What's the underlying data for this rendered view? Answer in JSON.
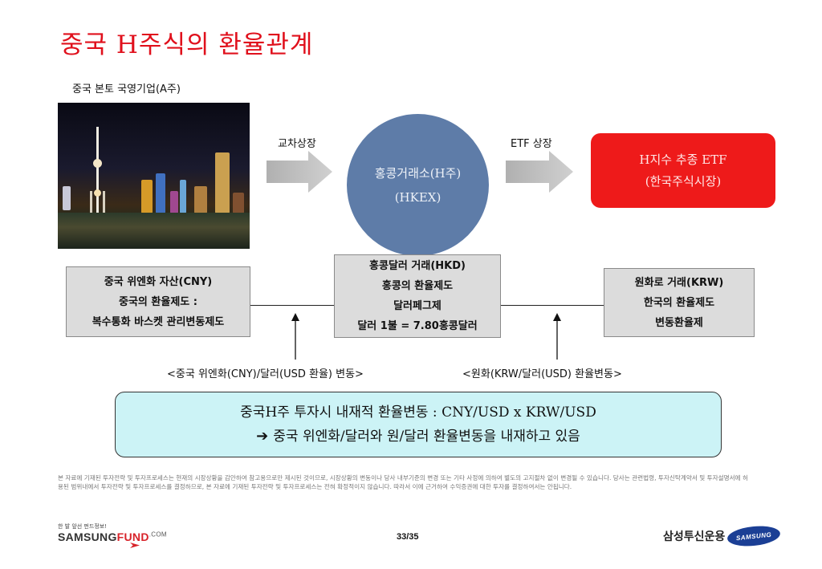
{
  "title": "중국 H주식의 환율관계",
  "image_caption": "중국 본토 국영기업(A주)",
  "arrows": {
    "cross_listing_label": "교차상장",
    "etf_listing_label": "ETF 상장"
  },
  "hk_exchange": {
    "line1": "홍콩거래소(H주)",
    "line2": "(HKEX)"
  },
  "etf_box": {
    "line1": "H지수 추종 ETF",
    "line2": "(한국주식시장)"
  },
  "cny_box": {
    "line1": "중국 위엔화 자산(CNY)",
    "line2": "중국의 환율제도 :",
    "line3": "복수통화 바스켓 관리변동제도"
  },
  "hkd_box": {
    "line1": "홍콩달러 거래(HKD)",
    "line2": "홍콩의 환율제도",
    "line3": "달러페그제",
    "line4": "달러 1불 = 7.80홍콩달러"
  },
  "krw_box": {
    "line1": "원화로 거래(KRW)",
    "line2": "한국의 환율제도",
    "line3": "변동환율제"
  },
  "labels": {
    "cny_change": "<중국 위엔화(CNY)/달러(USD 환율) 변동>",
    "krw_change": "<원화(KRW/달러(USD) 환율변동>"
  },
  "summary": {
    "line1": "중국H주 투자시 내재적 환율변동 : CNY/USD x KRW/USD",
    "arrow": "➔",
    "line2": "중국 위엔화/달러와 원/달러 환율변동을 내재하고 있음"
  },
  "disclaimer": "본 자료에 기재된 투자전략 및 투자프로세스는 현재의 시장상황을 감안하여 참고용으로만 제시된 것이므로, 시장상황의 변동이나 당사 내부기준의 변경 또는 기타 사정에 의하여 별도의 고지절차 없이 변경될 수 있습니다. 당사는 관련법령, 투자신탁계약서 및 투자설명서에 허용된 범위내에서 투자전략 및 투자프로세스를 결정하므로, 본 자료에 기재된 투자전략 및 투자프로세스는 전혀 확정적이지 않습니다. 따라서 이에 근거하여 수익증권에 대한 투자를 결정하여서는 안됩니다.",
  "footer": {
    "logo_tag": "한 발 앞선 펀드정보!",
    "logo_samsung": "SAMSUNG",
    "logo_fund": "FUND",
    "logo_com": ".COM",
    "page": "33/35",
    "company": "삼성투신운용",
    "samsung_logo": "SAMSUNG"
  },
  "colors": {
    "title": "#e0101c",
    "circle": "#5e7ca8",
    "etf_box": "#ee1a1a",
    "info_box": "#dcdcdc",
    "summary_box": "#ccf3f6"
  }
}
